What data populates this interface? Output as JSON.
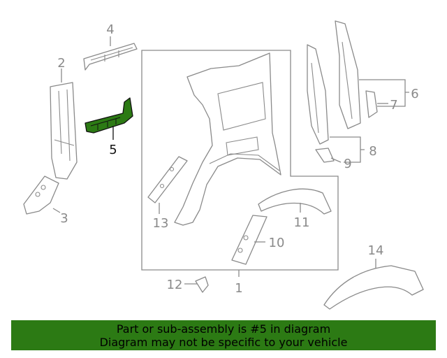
{
  "diagram": {
    "highlight_color": "#2c7a14",
    "highlighted_callout": "5",
    "callouts": {
      "c1": "1",
      "c2": "2",
      "c3": "3",
      "c4": "4",
      "c5": "5",
      "c6": "6",
      "c7": "7",
      "c8": "8",
      "c9": "9",
      "c10": "10",
      "c11": "11",
      "c12": "12",
      "c13": "13",
      "c14": "14"
    }
  },
  "banner": {
    "background": "#2c7a14",
    "line1": "Part or sub-assembly is #5 in diagram",
    "line2": "Diagram may not be specific to your vehicle"
  }
}
